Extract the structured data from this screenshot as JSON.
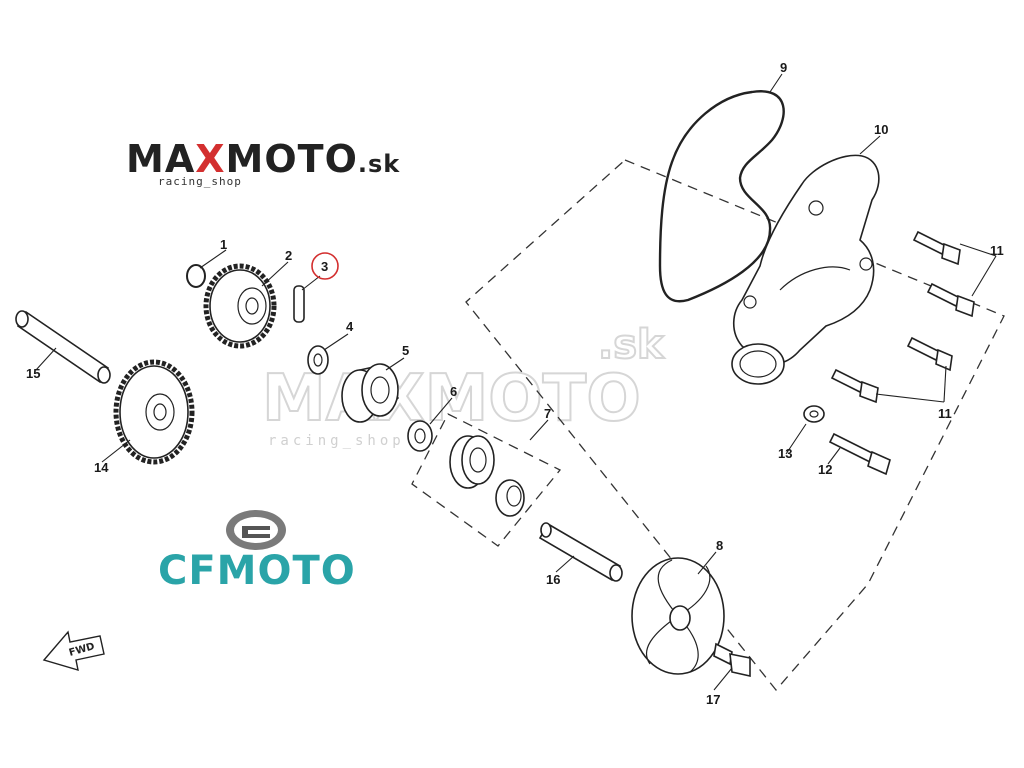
{
  "brand": {
    "logo_prefix": "MAX",
    "logo_x": "X",
    "logo_suffix": "MOTO",
    "logo_domain": ".sk",
    "tagline": "racing_shop"
  },
  "watermark": {
    "main": "MAXMOTO",
    "domain": ".sk",
    "tagline": "racing_shop"
  },
  "cfmoto": {
    "text": "CFMOTO"
  },
  "fwd_arrow": {
    "text": "FWD"
  },
  "highlight_color": "#d32f2f",
  "accent_color": "#2aa4a8",
  "part_numbers": {
    "p1": "1",
    "p2": "2",
    "p3": "3",
    "p4": "4",
    "p5": "5",
    "p6": "6",
    "p7": "7",
    "p8": "8",
    "p9": "9",
    "p10": "10",
    "p11a": "11",
    "p11b": "11",
    "p12": "12",
    "p13": "13",
    "p14": "14",
    "p15": "15",
    "p16": "16",
    "p17": "17"
  },
  "highlighted_part": "3"
}
